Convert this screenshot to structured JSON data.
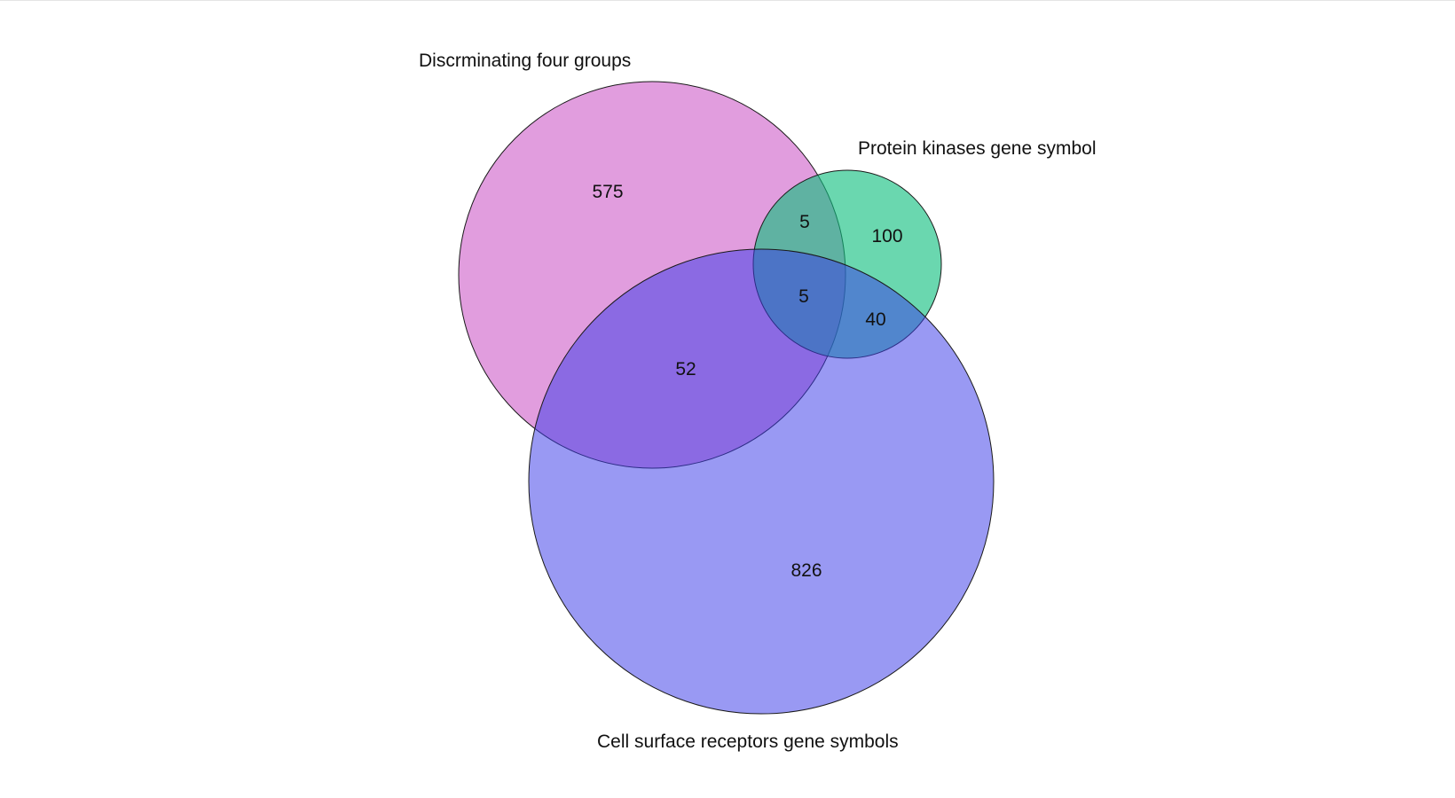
{
  "venn": {
    "sets": [
      {
        "id": "A",
        "label": "Discrminating four groups",
        "color": "#c33cbd"
      },
      {
        "id": "B",
        "label": "Protein kinases gene symbol",
        "color": "#0fbf7e"
      },
      {
        "id": "C",
        "label": "Cell surface receptors gene symbols",
        "color": "#3b3ce8"
      }
    ],
    "regions": {
      "A_only": "575",
      "B_only": "100",
      "C_only": "826",
      "A_B": "5",
      "A_C": "52",
      "B_C": "40",
      "A_B_C": "5"
    }
  }
}
